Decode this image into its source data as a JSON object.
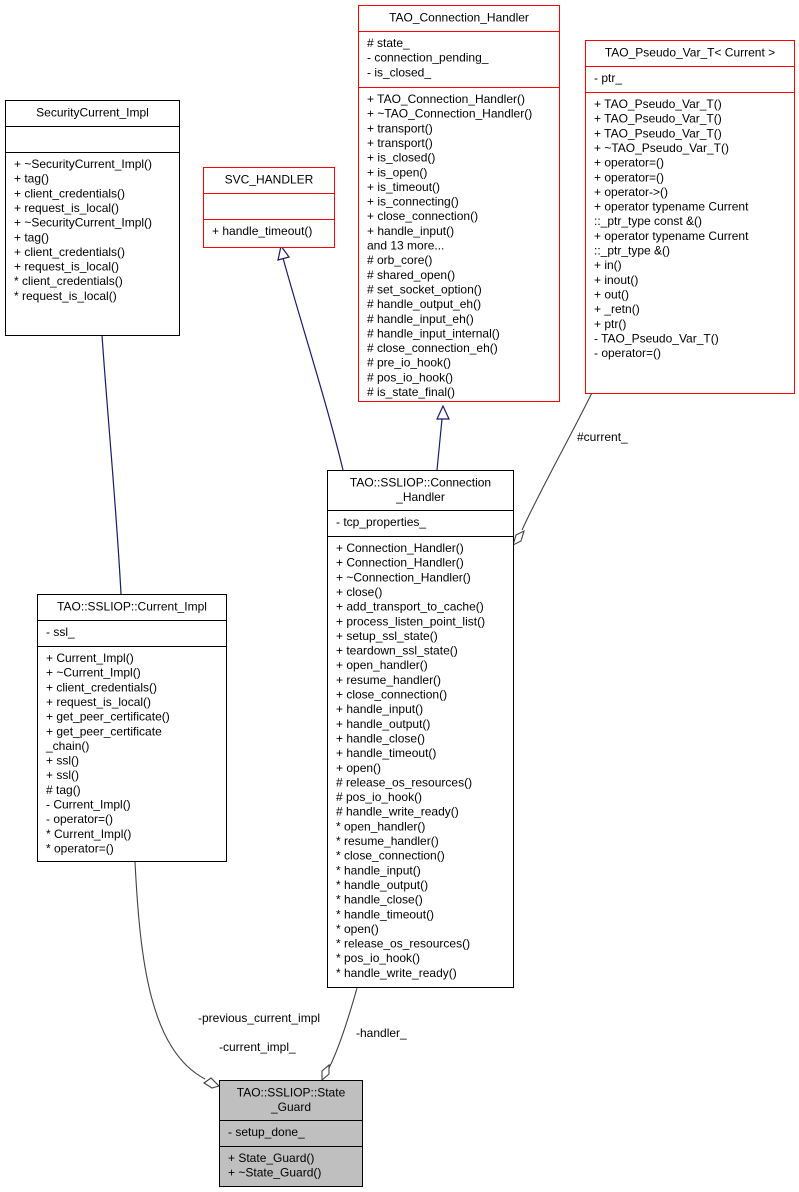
{
  "classes": {
    "security_current_impl": {
      "title": [
        "SecurityCurrent_Impl"
      ],
      "attributes": [],
      "methods": [
        "+ ~SecurityCurrent_Impl()",
        "+ tag()",
        "+ client_credentials()",
        "+ request_is_local()",
        "+ ~SecurityCurrent_Impl()",
        "+ tag()",
        "+ client_credentials()",
        "+ request_is_local()",
        "* client_credentials()",
        "* request_is_local()"
      ],
      "border_color": "#000000"
    },
    "svc_handler": {
      "title": [
        "SVC_HANDLER"
      ],
      "attributes": [],
      "methods": [
        "+ handle_timeout()"
      ],
      "border_color": "#ff0000"
    },
    "tao_connection_handler": {
      "title": [
        "TAO_Connection_Handler"
      ],
      "attributes": [
        "# state_",
        "- connection_pending_",
        "- is_closed_"
      ],
      "methods": [
        "+ TAO_Connection_Handler()",
        "+ ~TAO_Connection_Handler()",
        "+ transport()",
        "+ transport()",
        "+ is_closed()",
        "+ is_open()",
        "+ is_timeout()",
        "+ is_connecting()",
        "+ close_connection()",
        "+ handle_input()",
        "and 13 more...",
        "# orb_core()",
        "# shared_open()",
        "# set_socket_option()",
        "# handle_output_eh()",
        "# handle_input_eh()",
        "# handle_input_internal()",
        "# close_connection_eh()",
        "# pre_io_hook()",
        "# pos_io_hook()",
        "# is_state_final()"
      ],
      "border_color": "#ff0000"
    },
    "tao_pseudo_var_t": {
      "title": [
        "TAO_Pseudo_Var_T< Current >"
      ],
      "attributes": [
        "- ptr_"
      ],
      "methods": [
        "+ TAO_Pseudo_Var_T()",
        "+ TAO_Pseudo_Var_T()",
        "+ TAO_Pseudo_Var_T()",
        "+ ~TAO_Pseudo_Var_T()",
        "+ operator=()",
        "+ operator=()",
        "+ operator->()",
        "+ operator typename Current",
        "::_ptr_type const &()",
        "+ operator typename Current",
        "::_ptr_type &()",
        "+ in()",
        "+ inout()",
        "+ out()",
        "+ _retn()",
        "+ ptr()",
        "- TAO_Pseudo_Var_T()",
        "- operator=()"
      ],
      "border_color": "#ff0000"
    },
    "ssliop_connection_handler": {
      "title": [
        "TAO::SSLIOP::Connection",
        "_Handler"
      ],
      "attributes": [
        "- tcp_properties_"
      ],
      "methods": [
        "+ Connection_Handler()",
        "+ Connection_Handler()",
        "+ ~Connection_Handler()",
        "+ close()",
        "+ add_transport_to_cache()",
        "+ process_listen_point_list()",
        "+ setup_ssl_state()",
        "+ teardown_ssl_state()",
        "+ open_handler()",
        "+ resume_handler()",
        "+ close_connection()",
        "+ handle_input()",
        "+ handle_output()",
        "+ handle_close()",
        "+ handle_timeout()",
        "+ open()",
        "# release_os_resources()",
        "# pos_io_hook()",
        "# handle_write_ready()",
        "* open_handler()",
        "* resume_handler()",
        "* close_connection()",
        "* handle_input()",
        "* handle_output()",
        "* handle_close()",
        "* handle_timeout()",
        "* open()",
        "* release_os_resources()",
        "* pos_io_hook()",
        "* handle_write_ready()"
      ],
      "border_color": "#000000"
    },
    "ssliop_current_impl": {
      "title": [
        "TAO::SSLIOP::Current_Impl"
      ],
      "attributes": [
        "- ssl_"
      ],
      "methods": [
        "+ Current_Impl()",
        "+ ~Current_Impl()",
        "+ client_credentials()",
        "+ request_is_local()",
        "+ get_peer_certificate()",
        "+ get_peer_certificate",
        "_chain()",
        "+ ssl()",
        "+ ssl()",
        "# tag()",
        "- Current_Impl()",
        "- operator=()",
        "* Current_Impl()",
        "* operator=()"
      ],
      "border_color": "#000000"
    },
    "ssliop_state_guard": {
      "title": [
        "TAO::SSLIOP::State",
        "_Guard"
      ],
      "attributes": [
        "- setup_done_"
      ],
      "methods": [
        "+ State_Guard()",
        "+ ~State_Guard()"
      ],
      "border_color": "#000000",
      "fill_color": "#bfbfbf"
    }
  },
  "edge_labels": {
    "current": "#current_",
    "previous_current_impl": "-previous_current_impl",
    "current_impl": "-current_impl_",
    "handler": "-handler_"
  },
  "colors": {
    "inheritance_edge": "#191970",
    "association_edge": "#404040",
    "text": "#000000"
  }
}
